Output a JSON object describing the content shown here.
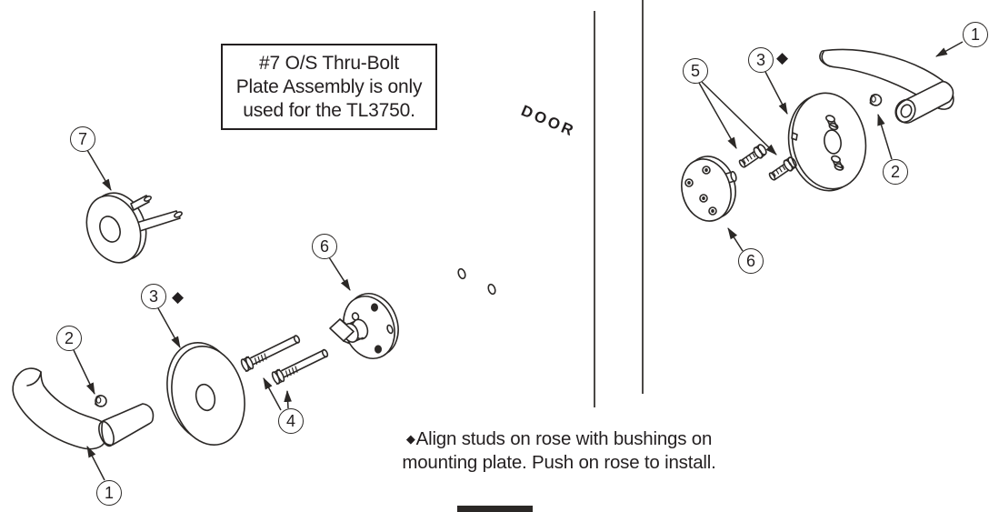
{
  "note_box": {
    "line1": "#7 O/S Thru-Bolt",
    "line2": "Plate Assembly is only",
    "line3": "used for the TL3750."
  },
  "door_label": "DOOR",
  "instruction": {
    "bullet": "◆",
    "line1": "Align studs on rose with bushings on",
    "line2": "mounting plate. Push on rose to install."
  },
  "symbols": {
    "diamond": "◆"
  },
  "callouts": {
    "left_lever": "1",
    "left_set_screw": "2",
    "left_rose": "3",
    "thru_bolts": "4",
    "screws": "5",
    "left_mounting_plate": "6",
    "thru_bolt_plate": "7",
    "right_lever": "1",
    "right_set_screw": "2",
    "right_rose": "3",
    "right_mounting_plate": "6"
  },
  "colors": {
    "line": "#2b2826",
    "background": "#ffffff"
  }
}
